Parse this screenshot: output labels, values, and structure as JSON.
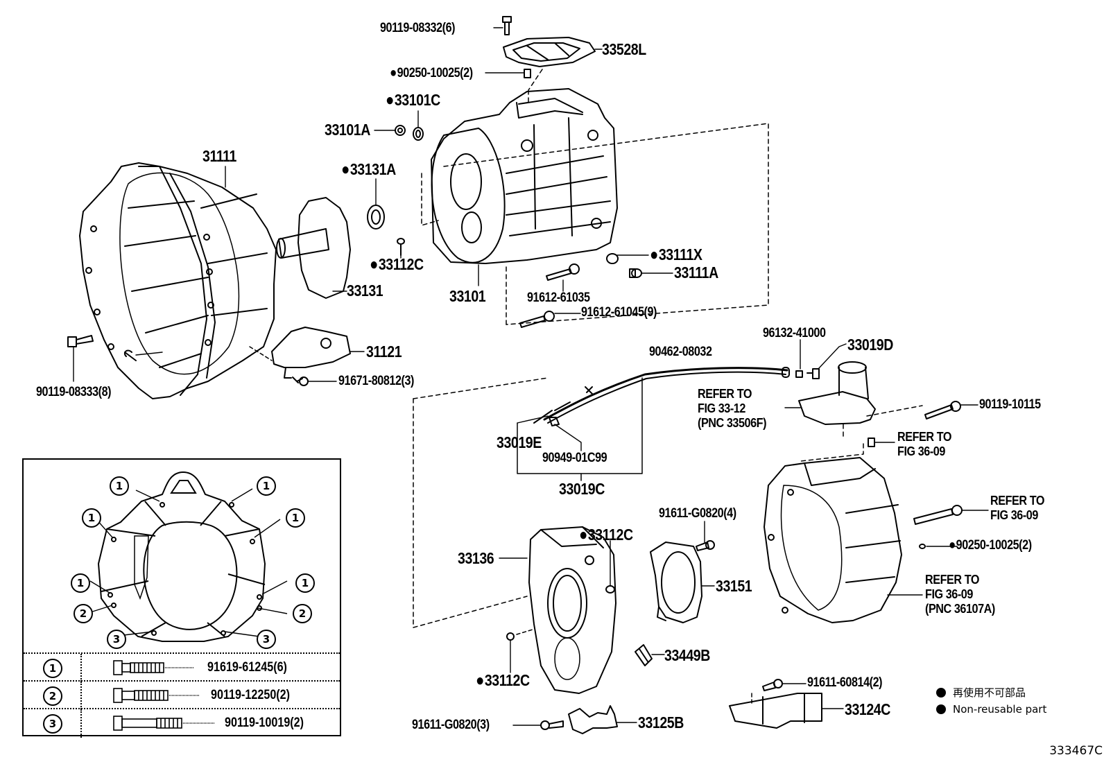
{
  "figure": {
    "id": "333467C",
    "legend": {
      "symbol": "filled-circle",
      "text_ja": "再使用不可部品",
      "text_en": "Non-reusable part"
    }
  },
  "parts": {
    "p90119_08332": "90119-08332(6)",
    "p33528L": "33528L",
    "p90250_10025_top": "90250-10025(2)",
    "p33101C": "33101C",
    "p33101A": "33101A",
    "p31111": "31111",
    "p33131A": "33131A",
    "p33112C_a": "33112C",
    "p33131": "33131",
    "p33101": "33101",
    "p33111X": "33111X",
    "p33111A": "33111A",
    "p91612_61035": "91612-61035",
    "p91612_61045": "91612-61045(9)",
    "p31121": "31121",
    "p91671_80812": "91671-80812(3)",
    "p90119_08333": "90119-08333(8)",
    "p96132_41000": "96132-41000",
    "p33019D": "33019D",
    "p90462_08032": "90462-08032",
    "ref_33_12": "REFER TO\nFIG 33-12\n(PNC 33506F)",
    "p90119_10115": "90119-10115",
    "ref_36_09_a": "REFER TO\nFIG 36-09",
    "p33019E": "33019E",
    "p90949_01C99": "90949-01C99",
    "p33019C": "33019C",
    "ref_36_09_b": "REFER TO\nFIG 36-09",
    "p90250_10025_right": "90250-10025(2)",
    "ref_36_09_c": "REFER TO\nFIG 36-09\n(PNC 36107A)",
    "p91611_G0820_4": "91611-G0820(4)",
    "p33112C_b": "33112C",
    "p33136": "33136",
    "p33151": "33151",
    "p33449B": "33449B",
    "p33112C_c": "33112C",
    "p91611_G0820_3": "91611-G0820(3)",
    "p33125B": "33125B",
    "p91611_60814": "91611-60814(2)",
    "p33124C": "33124C"
  },
  "non_reusable": [
    "90250-10025(2)",
    "33101C",
    "33131A",
    "33112C",
    "33111X"
  ],
  "inset": {
    "callouts": {
      "c1": "1",
      "c2": "2",
      "c3": "3"
    },
    "rows": [
      {
        "index": "1",
        "part": "91619-61245(6)"
      },
      {
        "index": "2",
        "part": "90119-12250(2)"
      },
      {
        "index": "3",
        "part": "90119-10019(2)"
      }
    ]
  }
}
